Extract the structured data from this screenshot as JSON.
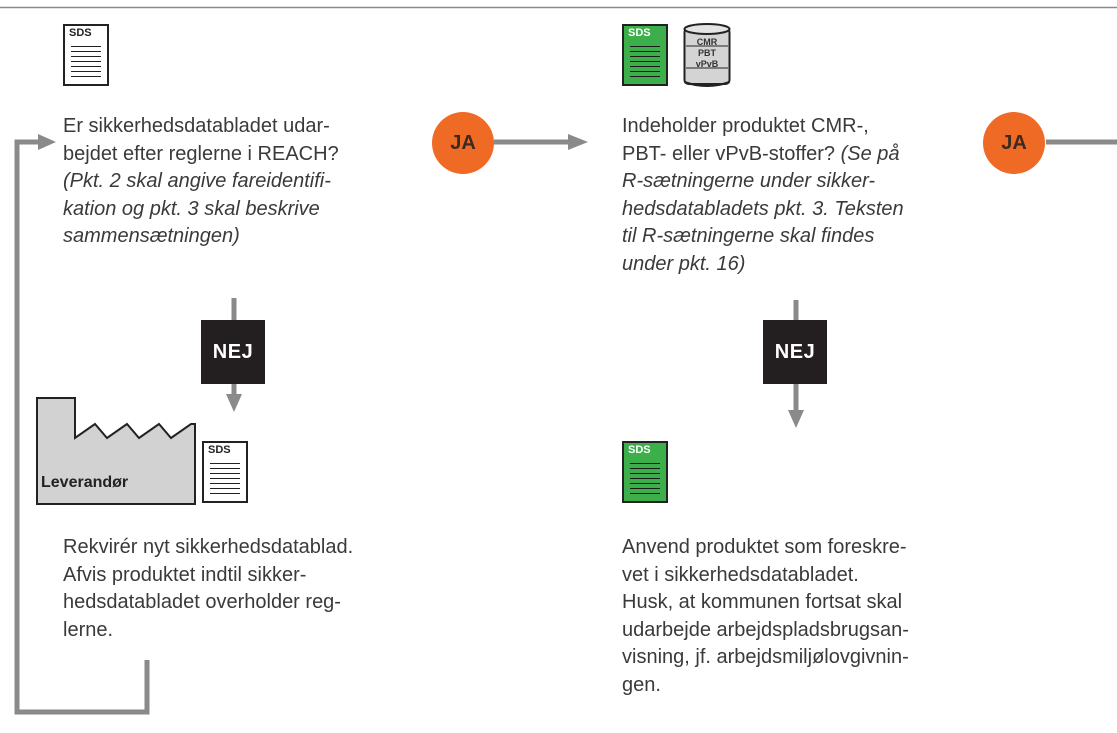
{
  "icons": {
    "sds_label": "SDS",
    "drum_lines": [
      "CMR",
      "PBT",
      "vPvB"
    ],
    "factory_label": "Leverandør"
  },
  "badges": {
    "ja": "JA",
    "nej": "NEJ"
  },
  "box1": {
    "line1": "Er sikkerhedsdatabladet udar-",
    "line2": "bejdet efter reglerne i REACH?",
    "line3": "(Pkt. 2 skal angive fareidentifi-",
    "line4": "kation og pkt. 3 skal beskrive",
    "line5": "sammensætningen)"
  },
  "box2": {
    "line1": "Indeholder produktet CMR-,",
    "line2a": "PBT- eller vPvB-stoffer? ",
    "line2b": "(Se på",
    "line3": "R-sætningerne under sikker-",
    "line4": "hedsdatabladets pkt. 3. Teksten",
    "line5": "til R-sætningerne skal findes",
    "line6": "under pkt. 16)"
  },
  "box3": {
    "line1": "Rekvirér nyt sikkerhedsdatablad.",
    "line2": "Afvis produktet indtil sikker-",
    "line3": "hedsdatabladet overholder reg-",
    "line4": "lerne."
  },
  "box4": {
    "line1": "Anvend produktet som foreskre-",
    "line2": "vet i sikkerhedsdatabladet.",
    "line3": "Husk, at kommunen fortsat skal",
    "line4": "udarbejde arbejdspladsbrugsan-",
    "line5": "visning, jf. arbejdsmiljølovgivnin-",
    "line6": "gen."
  },
  "colors": {
    "ja_orange": "#ef6a25",
    "nej_black": "#231f20",
    "sds_green": "#3cae4a",
    "connector_gray": "#8a8a8a"
  }
}
